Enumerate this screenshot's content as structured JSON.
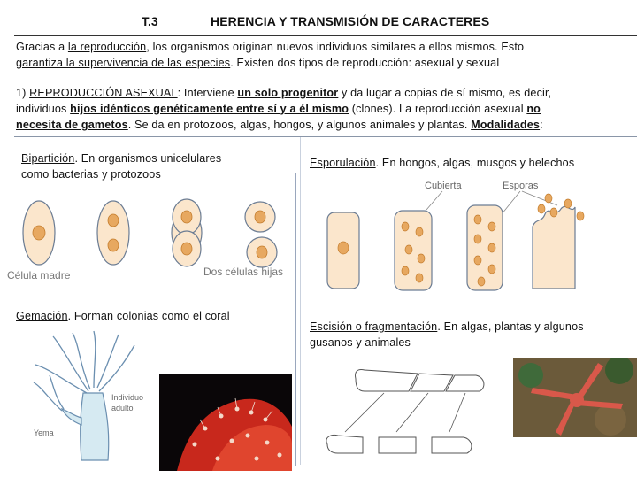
{
  "header": {
    "number": "T.3",
    "title": "HERENCIA Y TRANSMISIÓN DE CARACTERES"
  },
  "intro": {
    "p1": "Gracias a ",
    "u1": "la reproducción",
    "p2": ", los organismos originan nuevos individuos similares a ellos mismos. Esto",
    "u2": "garantiza la supervivencia de las especies",
    "p3": ". Existen dos tipos de reproducción: asexual y sexual"
  },
  "asexual": {
    "num": "1) ",
    "heading": "REPRODUCCIÓN ASEXUAL",
    "t1": ": Interviene ",
    "u1": "un solo progenitor",
    "t2": " y da lugar a copias de sí mismo, es decir,",
    "t3": "individuos ",
    "u2": "hijos idénticos genéticamente entre sí y a él mismo",
    "t4": " (clones). La reproducción asexual ",
    "u3": "no",
    "u4": "necesita de gametos",
    "t5": ". Se da en protozoos, algas, hongos,  y algunos animales y plantas. ",
    "u5": "Modalidades",
    "t6": ":"
  },
  "biparticion": {
    "name": "Bipartición",
    "desc1": ". En organismos unicelulares",
    "desc2": "como bacterias y protozoos",
    "label_mother": "Célula madre",
    "label_daughters": "Dos células hijas"
  },
  "esporulacion": {
    "name": "Esporulación",
    "desc": ". En hongos, algas, musgos y helechos",
    "label_cover": "Cubierta",
    "label_spores": "Esporas"
  },
  "gemacion": {
    "name": "Gemación",
    "desc": ". Forman colonias como el coral",
    "label_adult1": "Individuo",
    "label_adult2": "adulto",
    "label_bud": "Yema"
  },
  "escision": {
    "name": "Escisión o fragmentación",
    "desc1": ". En algas, plantas y algunos",
    "desc2": "gusanos y animales"
  },
  "colors": {
    "cell_fill": "#fbe6cc",
    "cell_stroke": "#6b7c93",
    "nucleus": "#e7a860",
    "coral_red": "#c8281c",
    "starfish": "#d9584a"
  }
}
